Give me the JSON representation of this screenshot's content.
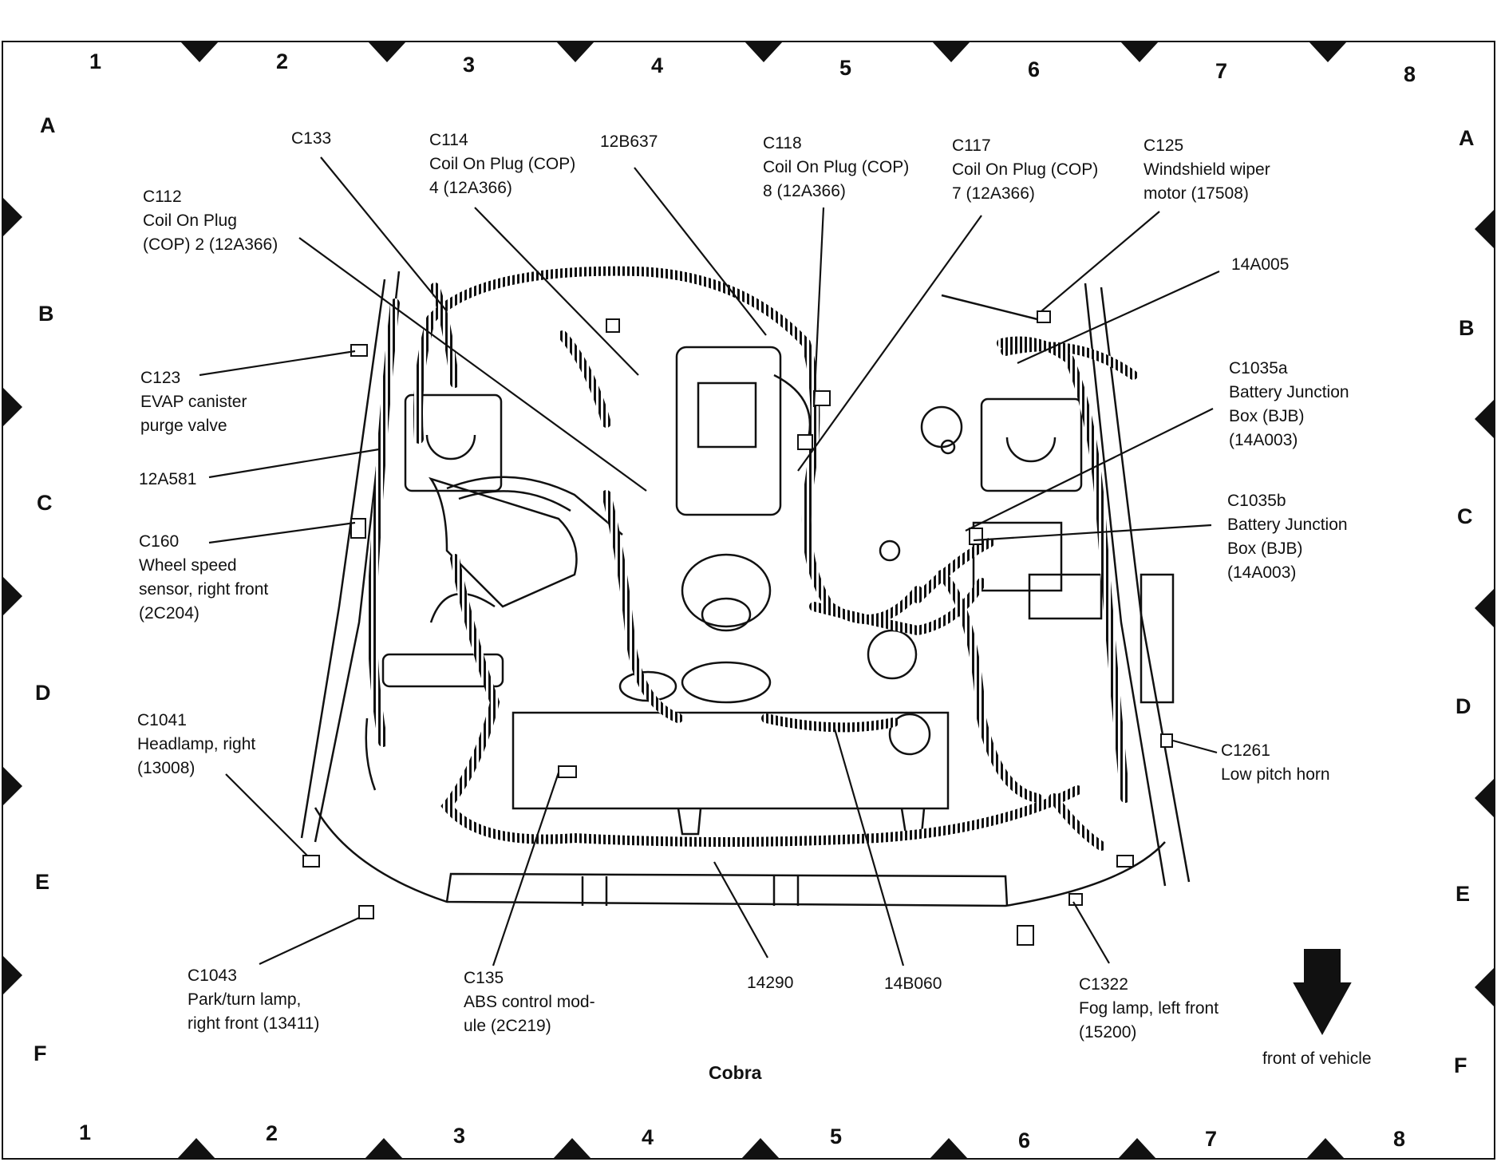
{
  "grid": {
    "columns": [
      "1",
      "2",
      "3",
      "4",
      "5",
      "6",
      "7",
      "8"
    ],
    "rows": [
      "A",
      "B",
      "C",
      "D",
      "E",
      "F"
    ]
  },
  "caption": "Cobra",
  "front_arrow_label": "front of vehicle",
  "callouts": {
    "c133": {
      "lines": [
        "C133"
      ]
    },
    "c114": {
      "lines": [
        "C114",
        "Coil On Plug (COP)",
        "4 (12A366)"
      ]
    },
    "b637": {
      "lines": [
        "12B637"
      ]
    },
    "c118": {
      "lines": [
        "C118",
        "Coil On Plug (COP)",
        "8 (12A366)"
      ]
    },
    "c117": {
      "lines": [
        "C117",
        "Coil On Plug (COP)",
        "7 (12A366)"
      ]
    },
    "c125": {
      "lines": [
        "C125",
        "Windshield wiper",
        "motor (17508)"
      ]
    },
    "c112": {
      "lines": [
        "C112",
        "Coil On Plug",
        "(COP) 2 (12A366)"
      ]
    },
    "a005": {
      "lines": [
        "14A005"
      ]
    },
    "c123": {
      "lines": [
        "C123",
        "EVAP canister",
        "purge valve"
      ]
    },
    "c1035a": {
      "lines": [
        "C1035a",
        "Battery Junction",
        "Box (BJB)",
        "(14A003)"
      ]
    },
    "a581": {
      "lines": [
        "12A581"
      ]
    },
    "c1035b": {
      "lines": [
        "C1035b",
        "Battery Junction",
        "Box (BJB)",
        "(14A003)"
      ]
    },
    "c160": {
      "lines": [
        "C160",
        "Wheel speed",
        "sensor, right front",
        "(2C204)"
      ]
    },
    "c1041": {
      "lines": [
        "C1041",
        "Headlamp, right",
        "(13008)"
      ]
    },
    "c1261": {
      "lines": [
        "C1261",
        "Low pitch horn"
      ]
    },
    "c1043": {
      "lines": [
        "C1043",
        "Park/turn lamp,",
        "right front (13411)"
      ]
    },
    "c135": {
      "lines": [
        "C135",
        "ABS control mod-",
        "ule (2C219)"
      ]
    },
    "w14290": {
      "lines": [
        "14290"
      ]
    },
    "b060": {
      "lines": [
        "14B060"
      ]
    },
    "c1322": {
      "lines": [
        "C1322",
        "Fog lamp, left front",
        "(15200)"
      ]
    }
  }
}
